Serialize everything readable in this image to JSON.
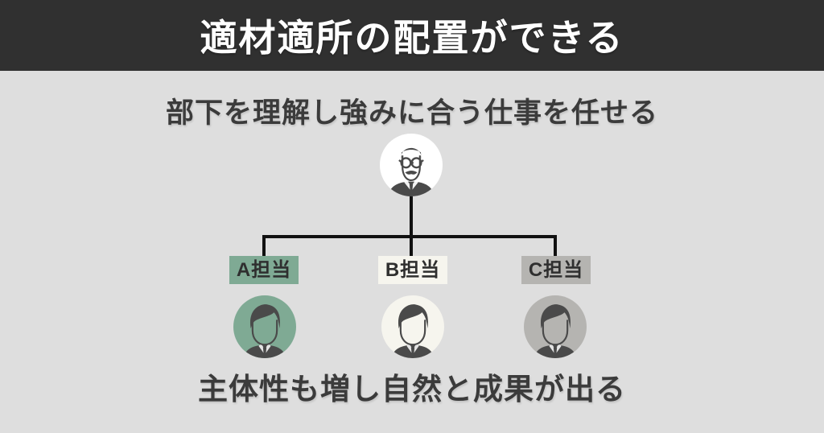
{
  "header": {
    "title": "適材適所の配置ができる"
  },
  "subtitle": "部下を理解し強みに合う仕事を任せる",
  "conclusion": "主体性も増し自然と成果が出る",
  "org_chart": {
    "manager": {
      "icon": "manager-avatar-icon",
      "circle_color": "#ffffff"
    },
    "members": [
      {
        "label": "A担当",
        "color": "#7faa94"
      },
      {
        "label": "B担当",
        "color": "#f6f5ee"
      },
      {
        "label": "C担当",
        "color": "#b5b4b1"
      }
    ]
  },
  "colors": {
    "header_bg": "#303030",
    "header_text": "#ffffff",
    "background": "#dedede",
    "line": "#111111",
    "text": "#3b3b3b",
    "icon": "#4a4a4a"
  }
}
